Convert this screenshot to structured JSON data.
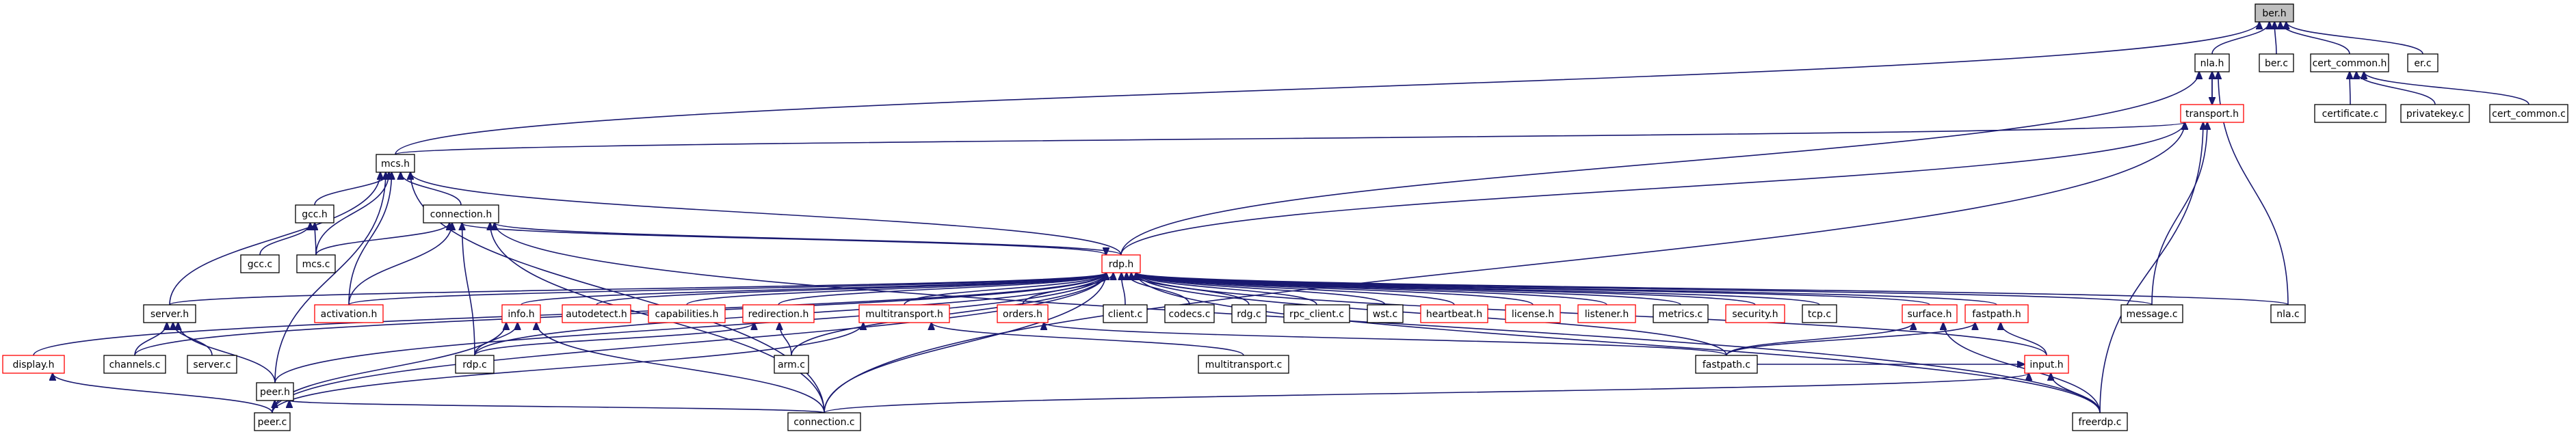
{
  "colors": {
    "edge": "#191970",
    "box_border": "#000000",
    "truncated_border": "#ff0000",
    "current_fill": "#bfbfbf",
    "background": "#ffffff"
  },
  "graph": {
    "nodes": [
      {
        "id": "ber_h",
        "label": "ber.h",
        "kind": "current"
      },
      {
        "id": "nla_h",
        "label": "nla.h",
        "kind": "normal"
      },
      {
        "id": "ber_c",
        "label": "ber.c",
        "kind": "normal"
      },
      {
        "id": "cert_common_h",
        "label": "cert_common.h",
        "kind": "normal"
      },
      {
        "id": "er_c",
        "label": "er.c",
        "kind": "normal"
      },
      {
        "id": "transport_h",
        "label": "transport.h",
        "kind": "truncated"
      },
      {
        "id": "certificate_c",
        "label": "certificate.c",
        "kind": "normal"
      },
      {
        "id": "privatekey_c",
        "label": "privatekey.c",
        "kind": "normal"
      },
      {
        "id": "cert_common_c",
        "label": "cert_common.c",
        "kind": "normal"
      },
      {
        "id": "mcs_h",
        "label": "mcs.h",
        "kind": "normal"
      },
      {
        "id": "gcc_h",
        "label": "gcc.h",
        "kind": "normal"
      },
      {
        "id": "connection_h",
        "label": "connection.h",
        "kind": "normal"
      },
      {
        "id": "gcc_c",
        "label": "gcc.c",
        "kind": "normal"
      },
      {
        "id": "mcs_c",
        "label": "mcs.c",
        "kind": "normal"
      },
      {
        "id": "rdp_h",
        "label": "rdp.h",
        "kind": "truncated"
      },
      {
        "id": "display_h",
        "label": "display.h",
        "kind": "truncated"
      },
      {
        "id": "server_h",
        "label": "server.h",
        "kind": "normal"
      },
      {
        "id": "activation_h",
        "label": "activation.h",
        "kind": "truncated"
      },
      {
        "id": "info_h",
        "label": "info.h",
        "kind": "truncated"
      },
      {
        "id": "autodetect_h",
        "label": "autodetect.h",
        "kind": "truncated"
      },
      {
        "id": "capabilities_h",
        "label": "capabilities.h",
        "kind": "truncated"
      },
      {
        "id": "redirection_h",
        "label": "redirection.h",
        "kind": "truncated"
      },
      {
        "id": "multitransport_h",
        "label": "multitransport.h",
        "kind": "truncated"
      },
      {
        "id": "orders_h",
        "label": "orders.h",
        "kind": "truncated"
      },
      {
        "id": "client_c",
        "label": "client.c",
        "kind": "normal"
      },
      {
        "id": "codecs_c",
        "label": "codecs.c",
        "kind": "normal"
      },
      {
        "id": "rdg_c",
        "label": "rdg.c",
        "kind": "normal"
      },
      {
        "id": "rpc_client_c",
        "label": "rpc_client.c",
        "kind": "normal"
      },
      {
        "id": "wst_c",
        "label": "wst.c",
        "kind": "normal"
      },
      {
        "id": "heartbeat_h",
        "label": "heartbeat.h",
        "kind": "truncated"
      },
      {
        "id": "license_h",
        "label": "license.h",
        "kind": "truncated"
      },
      {
        "id": "listener_h",
        "label": "listener.h",
        "kind": "truncated"
      },
      {
        "id": "metrics_c",
        "label": "metrics.c",
        "kind": "normal"
      },
      {
        "id": "security_h",
        "label": "security.h",
        "kind": "truncated"
      },
      {
        "id": "tcp_c",
        "label": "tcp.c",
        "kind": "normal"
      },
      {
        "id": "surface_h",
        "label": "surface.h",
        "kind": "truncated"
      },
      {
        "id": "fastpath_h",
        "label": "fastpath.h",
        "kind": "truncated"
      },
      {
        "id": "message_c",
        "label": "message.c",
        "kind": "normal"
      },
      {
        "id": "nla_c",
        "label": "nla.c",
        "kind": "normal"
      },
      {
        "id": "channels_c",
        "label": "channels.c",
        "kind": "normal"
      },
      {
        "id": "server_c",
        "label": "server.c",
        "kind": "normal"
      },
      {
        "id": "peer_h",
        "label": "peer.h",
        "kind": "normal"
      },
      {
        "id": "rdp_c",
        "label": "rdp.c",
        "kind": "normal"
      },
      {
        "id": "arm_c",
        "label": "arm.c",
        "kind": "normal"
      },
      {
        "id": "multitransport_c",
        "label": "multitransport.c",
        "kind": "normal"
      },
      {
        "id": "fastpath_c",
        "label": "fastpath.c",
        "kind": "normal"
      },
      {
        "id": "input_h",
        "label": "input.h",
        "kind": "truncated"
      },
      {
        "id": "peer_c",
        "label": "peer.c",
        "kind": "normal"
      },
      {
        "id": "connection_c",
        "label": "connection.c",
        "kind": "normal"
      },
      {
        "id": "freerdp_c",
        "label": "freerdp.c",
        "kind": "normal"
      }
    ],
    "edges": [
      [
        "nla_h",
        "ber_h"
      ],
      [
        "ber_c",
        "ber_h"
      ],
      [
        "cert_common_h",
        "ber_h"
      ],
      [
        "er_c",
        "ber_h"
      ],
      [
        "mcs_h",
        "ber_h"
      ],
      [
        "transport_h",
        "nla_h"
      ],
      [
        "nla_h",
        "transport_h"
      ],
      [
        "rdp_h",
        "nla_h"
      ],
      [
        "nla_c",
        "nla_h"
      ],
      [
        "certificate_c",
        "cert_common_h"
      ],
      [
        "privatekey_c",
        "cert_common_h"
      ],
      [
        "cert_common_c",
        "cert_common_h"
      ],
      [
        "mcs_h",
        "transport_h"
      ],
      [
        "rdp_h",
        "transport_h"
      ],
      [
        "message_c",
        "transport_h"
      ],
      [
        "connection_c",
        "transport_h"
      ],
      [
        "freerdp_c",
        "transport_h"
      ],
      [
        "gcc_h",
        "mcs_h"
      ],
      [
        "mcs_c",
        "mcs_h"
      ],
      [
        "connection_h",
        "mcs_h"
      ],
      [
        "server_h",
        "mcs_h"
      ],
      [
        "peer_h",
        "mcs_h"
      ],
      [
        "rdp_h",
        "mcs_h"
      ],
      [
        "activation_h",
        "mcs_h"
      ],
      [
        "connection_c",
        "mcs_h"
      ],
      [
        "gcc_c",
        "gcc_h"
      ],
      [
        "mcs_c",
        "gcc_h"
      ],
      [
        "mcs_c",
        "connection_h"
      ],
      [
        "rdp_h",
        "connection_h"
      ],
      [
        "activation_h",
        "connection_h"
      ],
      [
        "rdp_c",
        "connection_h"
      ],
      [
        "connection_c",
        "connection_h"
      ],
      [
        "freerdp_c",
        "connection_h"
      ],
      [
        "connection_h",
        "rdp_h"
      ],
      [
        "display_h",
        "rdp_h"
      ],
      [
        "server_h",
        "rdp_h"
      ],
      [
        "activation_h",
        "rdp_h"
      ],
      [
        "info_h",
        "rdp_h"
      ],
      [
        "autodetect_h",
        "rdp_h"
      ],
      [
        "capabilities_h",
        "rdp_h"
      ],
      [
        "redirection_h",
        "rdp_h"
      ],
      [
        "multitransport_h",
        "rdp_h"
      ],
      [
        "orders_h",
        "rdp_h"
      ],
      [
        "client_c",
        "rdp_h"
      ],
      [
        "codecs_c",
        "rdp_h"
      ],
      [
        "rdg_c",
        "rdp_h"
      ],
      [
        "rpc_client_c",
        "rdp_h"
      ],
      [
        "wst_c",
        "rdp_h"
      ],
      [
        "heartbeat_h",
        "rdp_h"
      ],
      [
        "license_h",
        "rdp_h"
      ],
      [
        "listener_h",
        "rdp_h"
      ],
      [
        "metrics_c",
        "rdp_h"
      ],
      [
        "security_h",
        "rdp_h"
      ],
      [
        "tcp_c",
        "rdp_h"
      ],
      [
        "surface_h",
        "rdp_h"
      ],
      [
        "fastpath_h",
        "rdp_h"
      ],
      [
        "message_c",
        "rdp_h"
      ],
      [
        "nla_c",
        "rdp_h"
      ],
      [
        "channels_c",
        "rdp_h"
      ],
      [
        "peer_h",
        "rdp_h"
      ],
      [
        "rdp_c",
        "rdp_h"
      ],
      [
        "arm_c",
        "rdp_h"
      ],
      [
        "fastpath_c",
        "rdp_h"
      ],
      [
        "input_h",
        "rdp_h"
      ],
      [
        "peer_c",
        "rdp_h"
      ],
      [
        "connection_c",
        "rdp_h"
      ],
      [
        "freerdp_c",
        "rdp_h"
      ],
      [
        "peer_c",
        "display_h"
      ],
      [
        "channels_c",
        "server_h"
      ],
      [
        "server_c",
        "server_h"
      ],
      [
        "peer_h",
        "server_h"
      ],
      [
        "rdp_c",
        "info_h"
      ],
      [
        "peer_c",
        "info_h"
      ],
      [
        "connection_c",
        "info_h"
      ],
      [
        "rdp_c",
        "redirection_h"
      ],
      [
        "arm_c",
        "redirection_h"
      ],
      [
        "multitransport_c",
        "multitransport_h"
      ],
      [
        "peer_c",
        "multitransport_h"
      ],
      [
        "fastpath_c",
        "orders_h"
      ],
      [
        "fastpath_c",
        "surface_h"
      ],
      [
        "freerdp_c",
        "surface_h"
      ],
      [
        "fastpath_c",
        "fastpath_h"
      ],
      [
        "input_h",
        "fastpath_h"
      ],
      [
        "fastpath_c",
        "input_h"
      ],
      [
        "connection_c",
        "input_h"
      ],
      [
        "freerdp_c",
        "input_h"
      ],
      [
        "peer_c",
        "peer_h"
      ],
      [
        "connection_c",
        "peer_h"
      ]
    ]
  }
}
